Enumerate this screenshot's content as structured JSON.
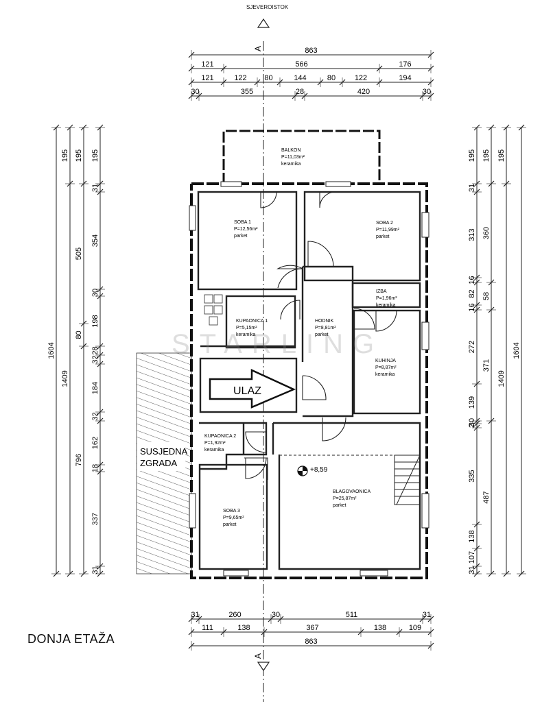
{
  "header": {
    "compass": "SJEVEROISTOK"
  },
  "title": "DONJA ETAŽA",
  "section_marker": "A",
  "neighbor": "SUSJEDNA\nZGRADA",
  "watermark": "STARLING",
  "entrance": "ULAZ",
  "level": "+8,59",
  "rooms": [
    {
      "name": "BALKON",
      "area": "P=11,03m²",
      "floor": "keramika"
    },
    {
      "name": "SOBA 1",
      "area": "P=12,56m²",
      "floor": "parket"
    },
    {
      "name": "SOBA 2",
      "area": "P=11,99m²",
      "floor": "parket"
    },
    {
      "name": "IZBA",
      "area": "P=1,96m²",
      "floor": "keramika"
    },
    {
      "name": "KUPAONICA 1",
      "area": "P=5,15m²",
      "floor": "keramika"
    },
    {
      "name": "HODNIK",
      "area": "P=8,81m²",
      "floor": "parket"
    },
    {
      "name": "KUHINJA",
      "area": "P=8,87m²",
      "floor": "keramika"
    },
    {
      "name": "KUPAONICA 2",
      "area": "P=1,92m²",
      "floor": "keramika"
    },
    {
      "name": "BLAGOVAONICA",
      "area": "P=25,87m²",
      "floor": "parket"
    },
    {
      "name": "SOBA 3",
      "area": "P=9,65m²",
      "floor": "parket"
    }
  ],
  "dims_top": {
    "row1": [
      "863"
    ],
    "row2": [
      "121",
      "566",
      "176"
    ],
    "row3": [
      "121",
      "122",
      "80",
      "144",
      "80",
      "122",
      "194"
    ],
    "row4": [
      "30",
      "355",
      "28",
      "420",
      "30"
    ]
  },
  "dims_bottom": {
    "row1": [
      "31",
      "260",
      "30",
      "511",
      "31"
    ],
    "row2": [
      "111",
      "138",
      "367",
      "138",
      "109"
    ],
    "row3": [
      "863"
    ]
  },
  "dims_left": {
    "col1": [
      "1604"
    ],
    "col2": [
      "195",
      "1409"
    ],
    "col3": [
      "195",
      "505",
      "80",
      "796"
    ],
    "col4": [
      "195",
      "31",
      "354",
      "30",
      "198",
      "28",
      "32",
      "184",
      "32",
      "162",
      "18",
      "337",
      "31"
    ]
  },
  "dims_right": {
    "col1": [
      "195",
      "31",
      "313",
      "16",
      "82",
      "16",
      "272",
      "139",
      "30",
      "2",
      "335",
      "138",
      "107",
      "31"
    ],
    "col2": [
      "195",
      "360",
      "58",
      "371",
      "487"
    ],
    "col3": [
      "195",
      "1409"
    ],
    "col4": [
      "1604"
    ]
  }
}
